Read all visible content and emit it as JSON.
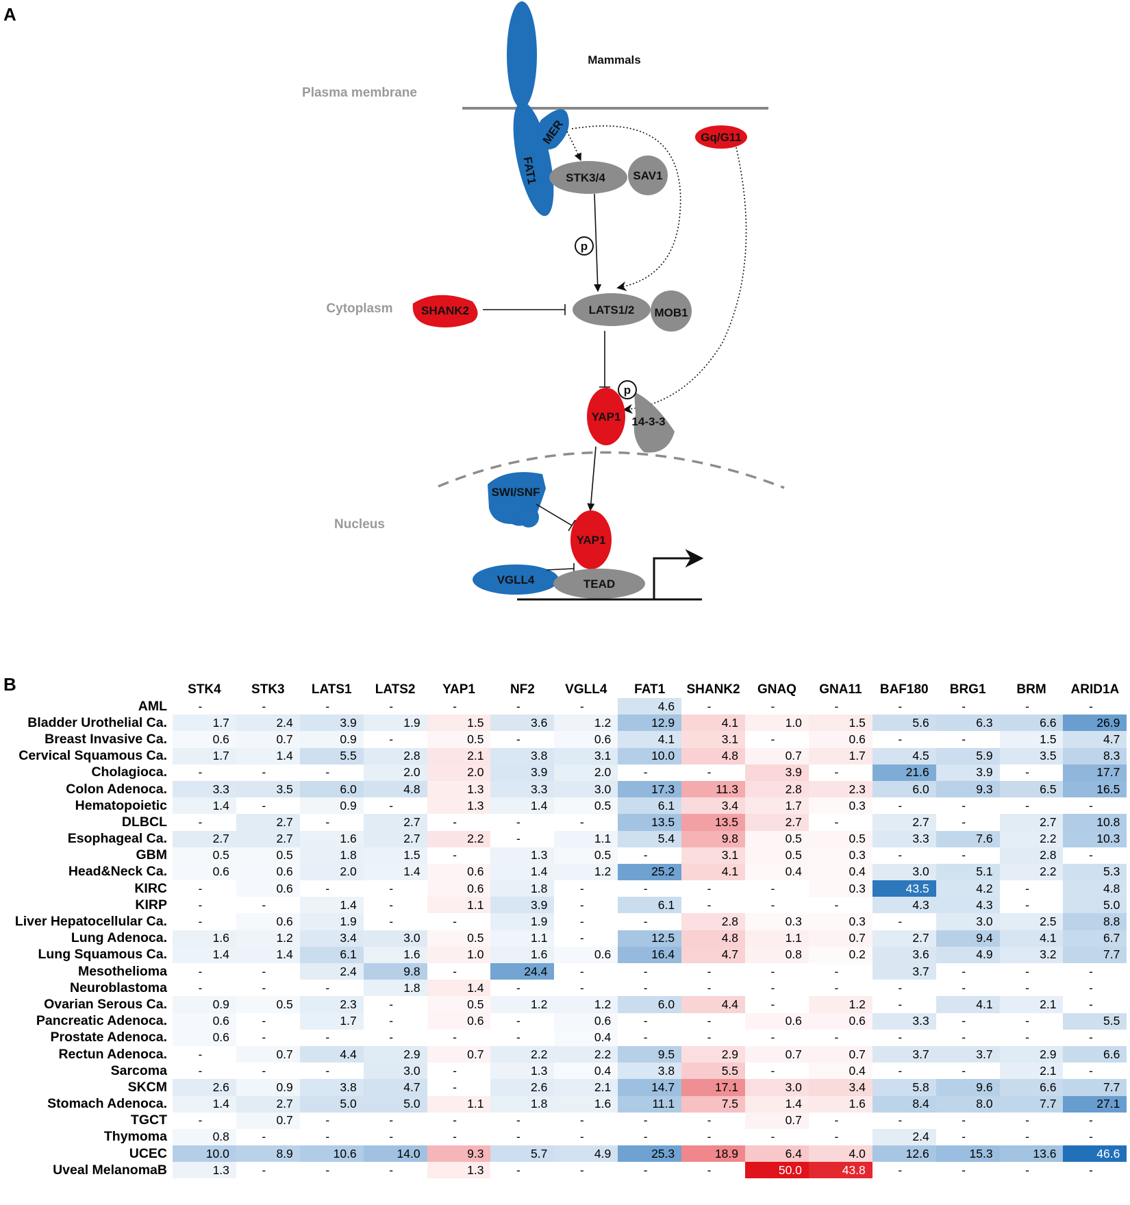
{
  "panel_a": {
    "label": "A",
    "title": "Mammals",
    "regions": {
      "membrane": "Plasma membrane",
      "cytoplasm": "Cytoplasm",
      "nucleus": "Nucleus"
    },
    "nodes": {
      "mer": "MER",
      "fat1": "FAT1",
      "gq": "Gq/G11",
      "stk": "STK3/4",
      "sav": "SAV1",
      "p1": "p",
      "shank2": "SHANK2",
      "lats": "LATS1/2",
      "mob1": "MOB1",
      "p2": "p",
      "yap_cyto": "YAP1",
      "p1433": "14-3-3",
      "swisnf": "SWI/SNF",
      "yap_nuc": "YAP1",
      "vgll4": "VGLL4",
      "tead": "TEAD"
    },
    "colors": {
      "tumor_suppressor": "#1f6fb9",
      "oncogene": "#e0121b",
      "core": "#8c8c8c"
    }
  },
  "panel_b": {
    "label": "B",
    "columns": [
      "STK4",
      "STK3",
      "LATS1",
      "LATS2",
      "YAP1",
      "NF2",
      "VGLL4",
      "FAT1",
      "SHANK2",
      "GNAQ",
      "GNA11",
      "BAF180",
      "BRG1",
      "BRM",
      "ARID1A"
    ],
    "oncogenic_columns": [
      "YAP1",
      "SHANK2",
      "GNAQ",
      "GNA11"
    ],
    "colors": {
      "blue_max": "#1769b5",
      "red_max": "#e0121b"
    },
    "scale_max": 50,
    "rows": [
      {
        "name": "AML",
        "values": [
          "-",
          "-",
          "-",
          "-",
          "-",
          "-",
          "-",
          "4.6",
          "-",
          "-",
          "-",
          "-",
          "-",
          "-",
          "-"
        ]
      },
      {
        "name": "Bladder Urothelial Ca.",
        "values": [
          "1.7",
          "2.4",
          "3.9",
          "1.9",
          "1.5",
          "3.6",
          "1.2",
          "12.9",
          "4.1",
          "1.0",
          "1.5",
          "5.6",
          "6.3",
          "6.6",
          "26.9"
        ]
      },
      {
        "name": "Breast Invasive Ca.",
        "values": [
          "0.6",
          "0.7",
          "0.9",
          "-",
          "0.5",
          "-",
          "0.6",
          "4.1",
          "3.1",
          "-",
          "0.6",
          "-",
          "-",
          "1.5",
          "4.7"
        ]
      },
      {
        "name": "Cervical Squamous Ca.",
        "values": [
          "1.7",
          "1.4",
          "5.5",
          "2.8",
          "2.1",
          "3.8",
          "3.1",
          "10.0",
          "4.8",
          "0.7",
          "1.7",
          "4.5",
          "5.9",
          "3.5",
          "8.3"
        ]
      },
      {
        "name": "Cholagioca.",
        "values": [
          "-",
          "-",
          "-",
          "2.0",
          "2.0",
          "3.9",
          "2.0",
          "-",
          "-",
          "3.9",
          "-",
          "21.6",
          "3.9",
          "-",
          "17.7"
        ]
      },
      {
        "name": "Colon Adenoca.",
        "values": [
          "3.3",
          "3.5",
          "6.0",
          "4.8",
          "1.3",
          "3.3",
          "3.0",
          "17.3",
          "11.3",
          "2.8",
          "2.3",
          "6.0",
          "9.3",
          "6.5",
          "16.5"
        ]
      },
      {
        "name": "Hematopoietic",
        "values": [
          "1.4",
          "-",
          "0.9",
          "-",
          "1.3",
          "1.4",
          "0.5",
          "6.1",
          "3.4",
          "1.7",
          "0.3",
          "-",
          "-",
          "-",
          "-"
        ]
      },
      {
        "name": "DLBCL",
        "values": [
          "-",
          "2.7",
          "-",
          "2.7",
          "-",
          "-",
          "-",
          "13.5",
          "13.5",
          "2.7",
          "-",
          "2.7",
          "-",
          "2.7",
          "10.8"
        ]
      },
      {
        "name": "Esophageal Ca.",
        "values": [
          "2.7",
          "2.7",
          "1.6",
          "2.7",
          "2.2",
          "-",
          "1.1",
          "5.4",
          "9.8",
          "0.5",
          "0.5",
          "3.3",
          "7.6",
          "2.2",
          "10.3"
        ]
      },
      {
        "name": "GBM",
        "values": [
          "0.5",
          "0.5",
          "1.8",
          "1.5",
          "-",
          "1.3",
          "0.5",
          "-",
          "3.1",
          "0.5",
          "0.3",
          "-",
          "-",
          "2.8",
          "-"
        ]
      },
      {
        "name": "Head&Neck Ca.",
        "values": [
          "0.6",
          "0.6",
          "2.0",
          "1.4",
          "0.6",
          "1.4",
          "1.2",
          "25.2",
          "4.1",
          "0.4",
          "0.4",
          "3.0",
          "5.1",
          "2.2",
          "5.3"
        ]
      },
      {
        "name": "KIRC",
        "values": [
          "-",
          "0.6",
          "-",
          "-",
          "0.6",
          "1.8",
          "-",
          "-",
          "-",
          "-",
          "0.3",
          "43.5",
          "4.2",
          "-",
          "4.8"
        ]
      },
      {
        "name": "KIRP",
        "values": [
          "-",
          "-",
          "1.4",
          "-",
          "1.1",
          "3.9",
          "-",
          "6.1",
          "-",
          "-",
          "-",
          "4.3",
          "4.3",
          "-",
          "5.0"
        ]
      },
      {
        "name": "Liver Hepatocellular Ca.",
        "values": [
          "-",
          "0.6",
          "1.9",
          "-",
          "-",
          "1.9",
          "-",
          "-",
          "2.8",
          "0.3",
          "0.3",
          "-",
          "3.0",
          "2.5",
          "8.8"
        ]
      },
      {
        "name": "Lung Adenoca.",
        "values": [
          "1.6",
          "1.2",
          "3.4",
          "3.0",
          "0.5",
          "1.1",
          "-",
          "12.5",
          "4.8",
          "1.1",
          "0.7",
          "2.7",
          "9.4",
          "4.1",
          "6.7"
        ]
      },
      {
        "name": "Lung Squamous Ca.",
        "values": [
          "1.4",
          "1.4",
          "6.1",
          "1.6",
          "1.0",
          "1.6",
          "0.6",
          "16.4",
          "4.7",
          "0.8",
          "0.2",
          "3.6",
          "4.9",
          "3.2",
          "7.7"
        ]
      },
      {
        "name": "Mesothelioma",
        "values": [
          "-",
          "-",
          "2.4",
          "9.8",
          "-",
          "24.4",
          "-",
          "-",
          "-",
          "-",
          "-",
          "3.7",
          "-",
          "-",
          "-"
        ]
      },
      {
        "name": "Neuroblastoma",
        "values": [
          "-",
          "-",
          "-",
          "1.8",
          "1.4",
          "-",
          "-",
          "-",
          "-",
          "-",
          "-",
          "-",
          "-",
          "-",
          "-"
        ]
      },
      {
        "name": "Ovarian Serous Ca.",
        "values": [
          "0.9",
          "0.5",
          "2.3",
          "-",
          "0.5",
          "1.2",
          "1.2",
          "6.0",
          "4.4",
          "-",
          "1.2",
          "-",
          "4.1",
          "2.1",
          "-"
        ]
      },
      {
        "name": "Pancreatic Adenoca.",
        "values": [
          "0.6",
          "-",
          "1.7",
          "-",
          "0.6",
          "-",
          "0.6",
          "-",
          "-",
          "0.6",
          "0.6",
          "3.3",
          "-",
          "-",
          "5.5"
        ]
      },
      {
        "name": "Prostate Adenoca.",
        "values": [
          "0.6",
          "-",
          "-",
          "-",
          "-",
          "-",
          "0.4",
          "-",
          "-",
          "-",
          "-",
          "-",
          "-",
          "-",
          "-"
        ]
      },
      {
        "name": "Rectun Adenoca.",
        "values": [
          "-",
          "0.7",
          "4.4",
          "2.9",
          "0.7",
          "2.2",
          "2.2",
          "9.5",
          "2.9",
          "0.7",
          "0.7",
          "3.7",
          "3.7",
          "2.9",
          "6.6"
        ]
      },
      {
        "name": "Sarcoma",
        "values": [
          "-",
          "-",
          "-",
          "3.0",
          "-",
          "1.3",
          "0.4",
          "3.8",
          "5.5",
          "-",
          "0.4",
          "-",
          "-",
          "2.1",
          "-"
        ]
      },
      {
        "name": "SKCM",
        "values": [
          "2.6",
          "0.9",
          "3.8",
          "4.7",
          "-",
          "2.6",
          "2.1",
          "14.7",
          "17.1",
          "3.0",
          "3.4",
          "5.8",
          "9.6",
          "6.6",
          "7.7"
        ]
      },
      {
        "name": "Stomach Adenoca.",
        "values": [
          "1.4",
          "2.7",
          "5.0",
          "5.0",
          "1.1",
          "1.8",
          "1.6",
          "11.1",
          "7.5",
          "1.4",
          "1.6",
          "8.4",
          "8.0",
          "7.7",
          "27.1"
        ]
      },
      {
        "name": "TGCT",
        "values": [
          "-",
          "0.7",
          "-",
          "-",
          "-",
          "-",
          "-",
          "-",
          "-",
          "0.7",
          "-",
          "-",
          "-",
          "-",
          "-"
        ]
      },
      {
        "name": "Thymoma",
        "values": [
          "0.8",
          "-",
          "-",
          "-",
          "-",
          "-",
          "-",
          "-",
          "-",
          "-",
          "-",
          "2.4",
          "-",
          "-",
          "-"
        ]
      },
      {
        "name": "UCEC",
        "values": [
          "10.0",
          "8.9",
          "10.6",
          "14.0",
          "9.3",
          "5.7",
          "4.9",
          "25.3",
          "18.9",
          "6.4",
          "4.0",
          "12.6",
          "15.3",
          "13.6",
          "46.6"
        ]
      },
      {
        "name": "Uveal MelanomaB",
        "values": [
          "1.3",
          "-",
          "-",
          "-",
          "1.3",
          "-",
          "-",
          "-",
          "-",
          "50.0",
          "43.8",
          "-",
          "-",
          "-",
          "-"
        ]
      }
    ]
  }
}
